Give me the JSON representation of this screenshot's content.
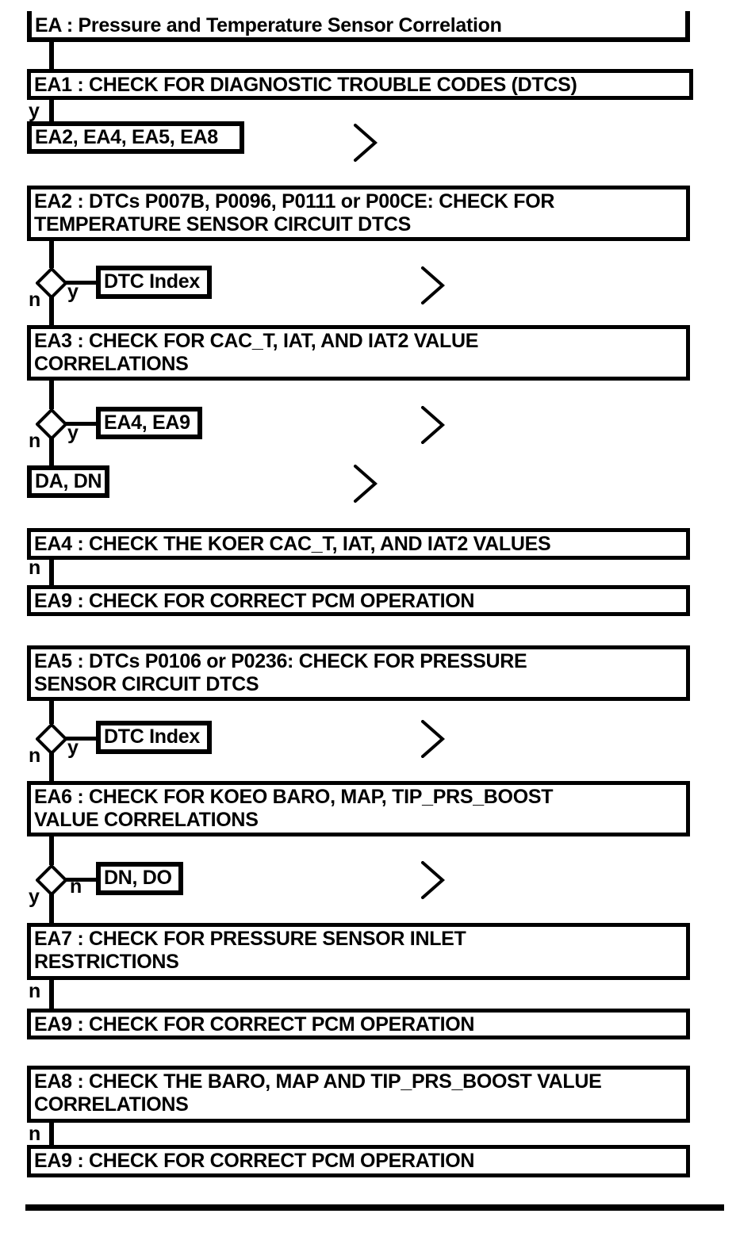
{
  "colors": {
    "ink": "#000000",
    "paper": "#ffffff"
  },
  "flowchart": {
    "title": "EA : Pressure and Temperature Sensor Correlation",
    "branch_labels": {
      "yes": "y",
      "no": "n"
    },
    "steps": {
      "ea1": {
        "lines": [
          "EA1 : CHECK FOR DIAGNOSTIC TROUBLE CODES (DTCS)"
        ]
      },
      "ea2": {
        "lines": [
          "EA2 : DTCs P007B, P0096, P0111 or P00CE: CHECK FOR",
          "TEMPERATURE SENSOR CIRCUIT DTCS"
        ]
      },
      "ea3": {
        "lines": [
          "EA3 : CHECK FOR CAC_T, IAT, AND IAT2 VALUE",
          "CORRELATIONS"
        ]
      },
      "ea4": {
        "lines": [
          "EA4 : CHECK THE KOER CAC_T, IAT, AND IAT2 VALUES"
        ]
      },
      "ea5": {
        "lines": [
          "EA5 : DTCs P0106 or P0236: CHECK FOR PRESSURE",
          "SENSOR CIRCUIT DTCS"
        ]
      },
      "ea6": {
        "lines": [
          "EA6 : CHECK FOR KOEO BARO, MAP, TIP_PRS_BOOST",
          "VALUE CORRELATIONS"
        ]
      },
      "ea7": {
        "lines": [
          "EA7 : CHECK FOR PRESSURE SENSOR INLET",
          "RESTRICTIONS"
        ]
      },
      "ea8": {
        "lines": [
          "EA8 : CHECK THE BARO, MAP AND TIP_PRS_BOOST VALUE",
          "CORRELATIONS"
        ]
      },
      "ea9": {
        "lines": [
          "EA9 : CHECK FOR CORRECT PCM OPERATION"
        ]
      }
    },
    "references": {
      "after_ea1": "EA2, EA4, EA5, EA8",
      "dtc_index": "DTC Index",
      "after_ea3_yes": "EA4, EA9",
      "after_ea3_no": "DA, DN",
      "after_ea6_no": "DN, DO"
    }
  }
}
